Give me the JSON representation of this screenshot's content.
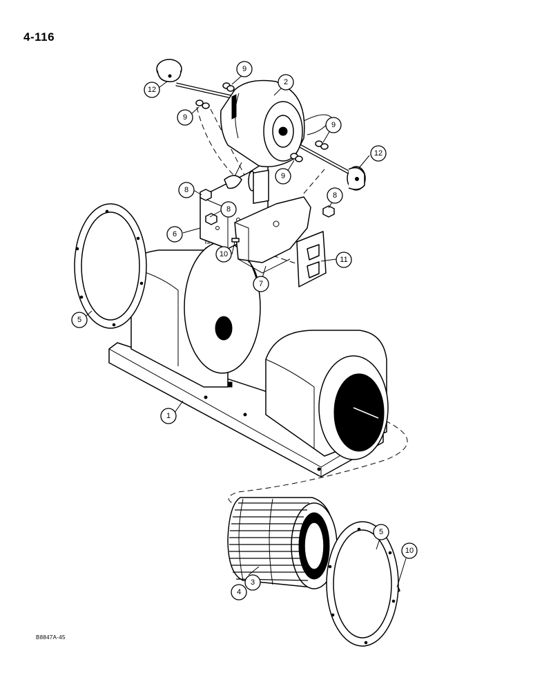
{
  "page_number": "4-116",
  "figure_code": "B8847A-45",
  "callouts": {
    "c1": "1",
    "c2": "2",
    "c3": "3",
    "c4": "4",
    "c5a": "5",
    "c5b": "5",
    "c6": "6",
    "c7": "7",
    "c8a": "8",
    "c8b": "8",
    "c8c": "8",
    "c9a": "9",
    "c9b": "9",
    "c9c": "9",
    "c9d": "9",
    "c10a": "10",
    "c10b": "10",
    "c11": "11",
    "c12a": "12",
    "c12b": "12"
  }
}
